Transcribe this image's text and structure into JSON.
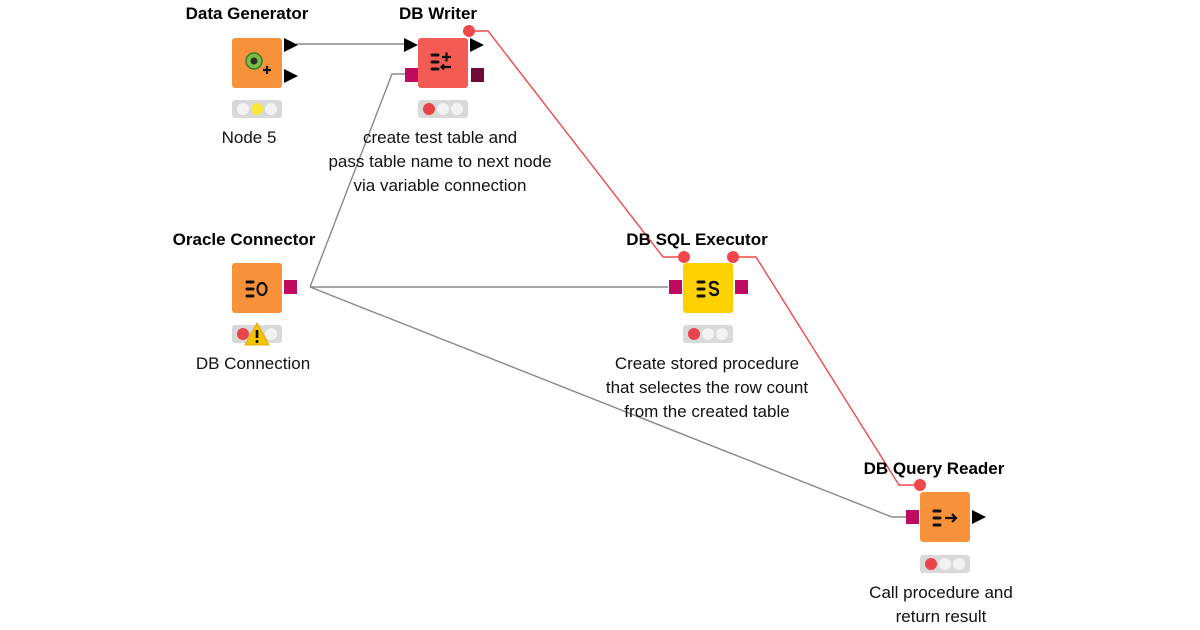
{
  "colors": {
    "source_node": "#f7923a",
    "sink_node": "#f45b55",
    "other_node": "#ffd100",
    "db_port": "#be0a5f",
    "db_port_dark": "#6e0b36",
    "flow_variable": "#f0484a",
    "data_connection": "#888888",
    "warning": "#f5c400"
  },
  "nodes": {
    "data_generator": {
      "title": "Data Generator",
      "label": [
        "Node 5"
      ],
      "icon": "data-generator-icon",
      "status": "configured"
    },
    "db_writer": {
      "title": "DB Writer",
      "label": [
        "create test table and",
        "pass table name to next node",
        "via variable connection"
      ],
      "icon": "db-writer-icon",
      "status": "not-configured"
    },
    "oracle_connector": {
      "title": "Oracle Connector",
      "label": [
        "DB Connection"
      ],
      "icon": "oracle-connector-icon",
      "status": "not-configured",
      "warning": true
    },
    "db_sql_executor": {
      "title": "DB SQL Executor",
      "label": [
        "Create stored procedure",
        "that selectes the row count",
        "from the created table"
      ],
      "icon": "db-sql-executor-icon",
      "status": "not-configured"
    },
    "db_query_reader": {
      "title": "DB Query Reader",
      "label": [
        "Call procedure and",
        "return result"
      ],
      "icon": "db-query-reader-icon",
      "status": "not-configured"
    }
  }
}
